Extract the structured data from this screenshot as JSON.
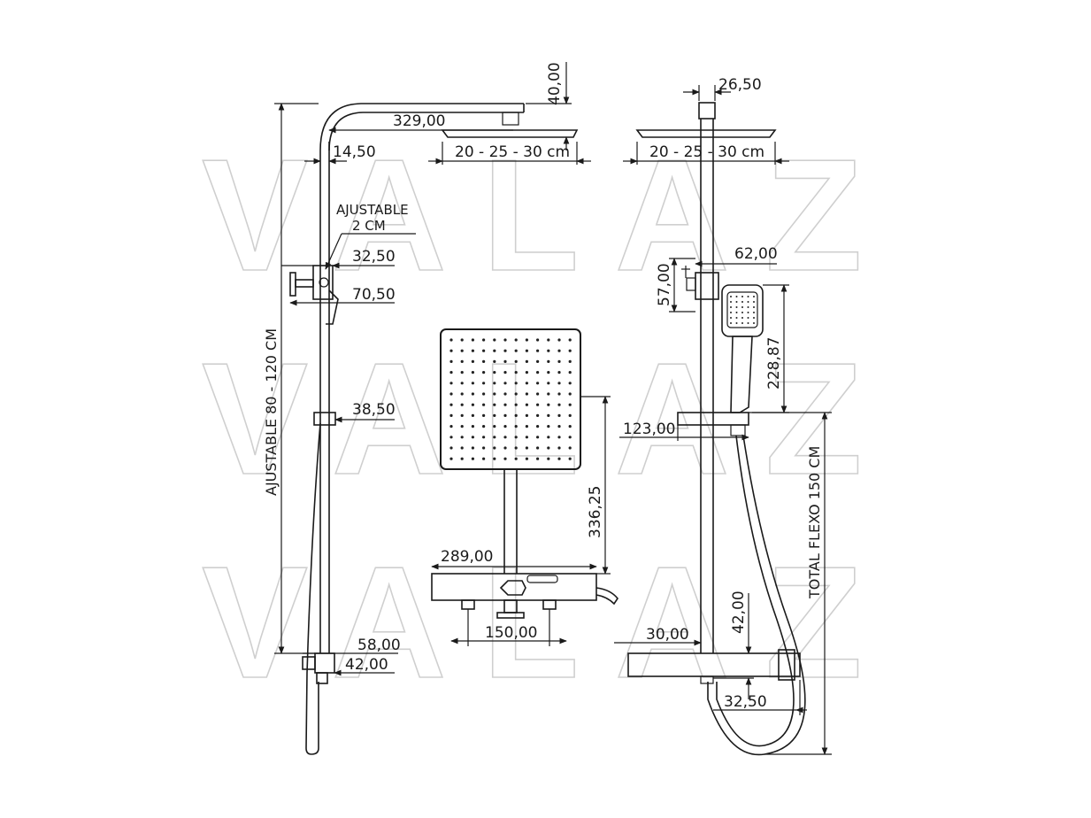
{
  "watermark": {
    "text": "VALAZ"
  },
  "left_view": {
    "arm_length": "329,00",
    "head_height": "40,00",
    "arm_offset": "14,50",
    "head_sizes": "20 - 25 - 30 cm",
    "adjust_note_line1": "AJUSTABLE",
    "adjust_note_line2": "2 CM",
    "diverter_depth": "32,50",
    "diverter_width": "70,50",
    "slider_depth": "38,50",
    "height_adjust": "AJUSTABLE 80 - 120 CM",
    "base_depth": "58,00",
    "base_inner": "42,00"
  },
  "front_view": {
    "mixer_width": "289,00",
    "column_height": "336,25",
    "inlet_spacing": "150,00"
  },
  "right_view": {
    "head_top_width": "26,50",
    "head_sizes": "20 - 25 - 30 cm",
    "diverter_depth": "62,00",
    "diverter_height": "57,00",
    "hand_shower_length": "228,87",
    "holder_depth": "123,00",
    "hose_total": "TOTAL FLEXO 150 CM",
    "outlet_height": "42,00",
    "mixer_offset": "30,00",
    "outlet_offset": "32,50"
  }
}
